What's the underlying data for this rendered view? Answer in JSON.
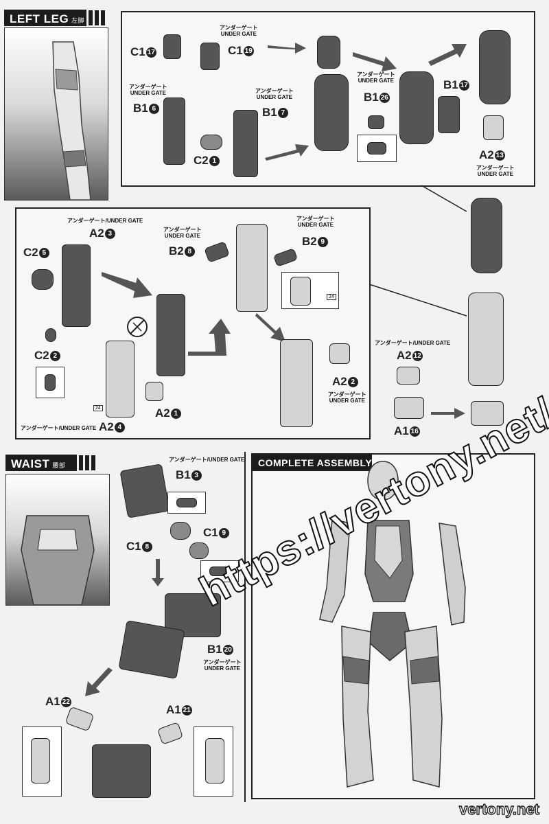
{
  "sections": {
    "left_leg": {
      "title": "LEFT LEG",
      "title_jp": "左脚"
    },
    "waist": {
      "title": "WAIST",
      "title_jp": "腰部"
    },
    "complete_assembly": {
      "title": "COMPLETE ASSEMBLY",
      "title_jp": "本体完成"
    }
  },
  "under_gate": {
    "jp": "アンダーゲート",
    "en": "UNDER GATE",
    "combined": "アンダーゲート/UNDER GATE"
  },
  "parts": {
    "c1_17": {
      "letter": "C1",
      "num": "17"
    },
    "c1_19": {
      "letter": "C1",
      "num": "19"
    },
    "b1_16": {
      "letter": "B1",
      "num": "6"
    },
    "b1_17b": {
      "letter": "B1",
      "num": "7"
    },
    "c2_1": {
      "letter": "C2",
      "num": "1"
    },
    "b1_26": {
      "letter": "B1",
      "num": "26"
    },
    "b1_17": {
      "letter": "B1",
      "num": "17"
    },
    "a2_13": {
      "letter": "A2",
      "num": "13"
    },
    "a2_3": {
      "letter": "A2",
      "num": "3"
    },
    "c2_5": {
      "letter": "C2",
      "num": "5"
    },
    "c2_2": {
      "letter": "C2",
      "num": "2"
    },
    "b2_8": {
      "letter": "B2",
      "num": "8"
    },
    "b2_9": {
      "letter": "B2",
      "num": "9"
    },
    "a2_1": {
      "letter": "A2",
      "num": "1"
    },
    "a2_4": {
      "letter": "A2",
      "num": "4"
    },
    "a2_2": {
      "letter": "A2",
      "num": "2"
    },
    "a2_12": {
      "letter": "A2",
      "num": "12"
    },
    "a1_16": {
      "letter": "A1",
      "num": "16"
    },
    "b1_3": {
      "letter": "B1",
      "num": "3"
    },
    "c1_8": {
      "letter": "C1",
      "num": "8"
    },
    "c1_9": {
      "letter": "C1",
      "num": "9"
    },
    "b1_20": {
      "letter": "B1",
      "num": "20"
    },
    "a1_22": {
      "letter": "A1",
      "num": "22"
    },
    "a1_21": {
      "letter": "A1",
      "num": "21"
    }
  },
  "page_refs": {
    "ref1": "24",
    "ref2": "24"
  },
  "watermark": "https://vertony.net/",
  "footer": "vertony.net"
}
